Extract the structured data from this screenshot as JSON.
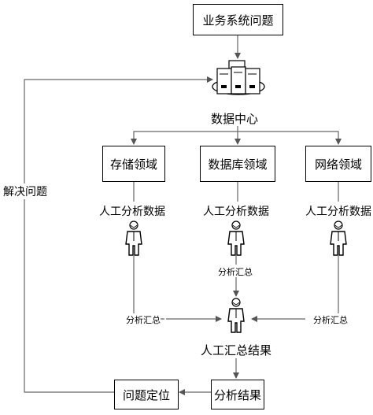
{
  "nodes": {
    "top": "业务系统问题",
    "center": "数据中心",
    "storage": "存储领域",
    "database": "数据库领域",
    "network": "网络领域",
    "manual_left": "人工分析数据",
    "manual_mid": "人工分析数据",
    "manual_right": "人工分析数据",
    "summary_mid": "分析汇总",
    "summary_left": "分析汇总",
    "summary_right": "分析汇总",
    "human_result": "人工汇总结果",
    "analysis_result": "分析结果",
    "locate": "问题定位",
    "resolve": "解决问题"
  },
  "icons": [
    "server-cluster-icon",
    "person-icon"
  ]
}
